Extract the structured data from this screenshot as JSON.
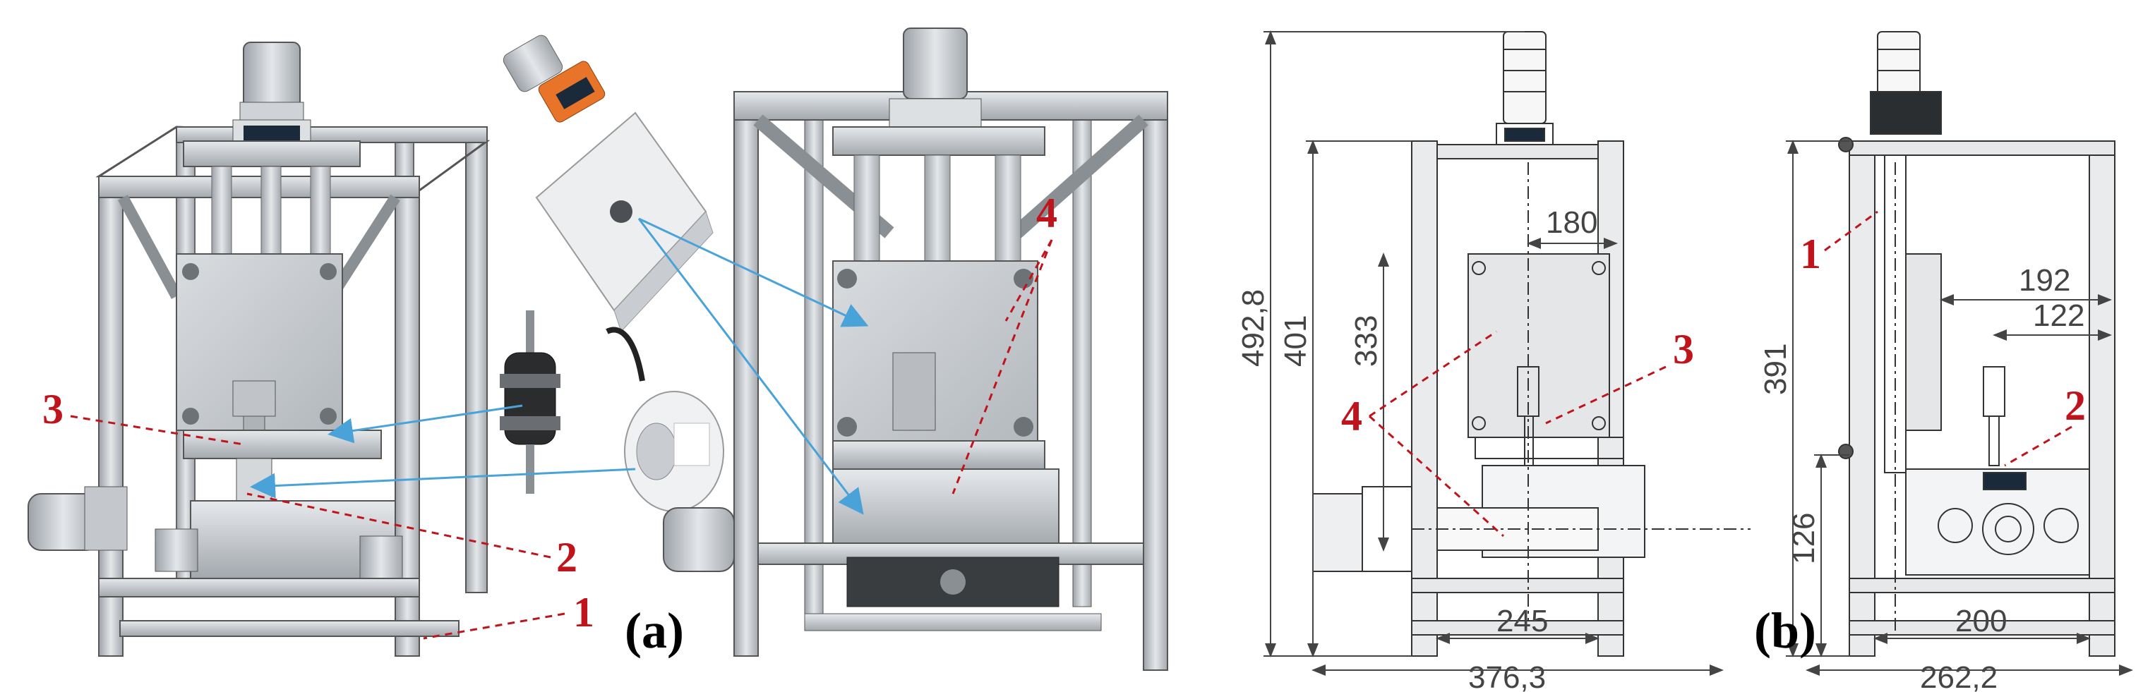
{
  "figure": {
    "panel_a_label": "(a)",
    "panel_b_label": "(b)",
    "callouts_a": {
      "c1": "1",
      "c2": "2",
      "c3": "3",
      "c4": "4"
    },
    "callouts_b_front": {
      "c3": "3",
      "c4": "4"
    },
    "callouts_b_side": {
      "c1": "1",
      "c2": "2"
    },
    "dims_front": {
      "total_height": "492,8",
      "frame_height": "401",
      "plate_height": "333",
      "plate_width": "180",
      "inner_width": "245",
      "total_width": "376,3"
    },
    "dims_side": {
      "frame_height": "391",
      "lower_height": "126",
      "width_192": "192",
      "width_122": "122",
      "inner_width": "200",
      "total_width": "262,2"
    },
    "colors": {
      "callout": "#c0141c",
      "arrow": "#4aa3d8",
      "metal": "#c9cdd1",
      "dark": "#3a3d40",
      "sensor_orange": "#e8742a"
    }
  }
}
